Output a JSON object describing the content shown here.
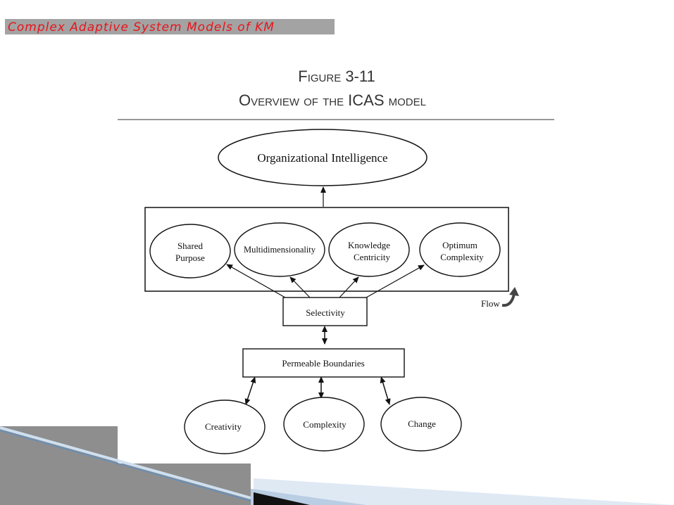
{
  "slide": {
    "title": "Complex Adaptive System Models of KM",
    "accent_color": "#e8141b",
    "banner_color": "#a3a3a3"
  },
  "figure": {
    "number": "Figure 3-11",
    "caption": "Overview of the ICAS model",
    "top_node": "Organizational Intelligence",
    "properties": [
      {
        "line1": "Shared",
        "line2": "Purpose"
      },
      {
        "line1": "Multidimensionality",
        "line2": ""
      },
      {
        "line1": "Knowledge",
        "line2": "Centricity"
      },
      {
        "line1": "Optimum",
        "line2": "Complexity"
      }
    ],
    "selectivity": "Selectivity",
    "flow_label": "Flow",
    "boundaries": "Permeable Boundaries",
    "inputs": [
      "Creativity",
      "Complexity",
      "Change"
    ]
  }
}
